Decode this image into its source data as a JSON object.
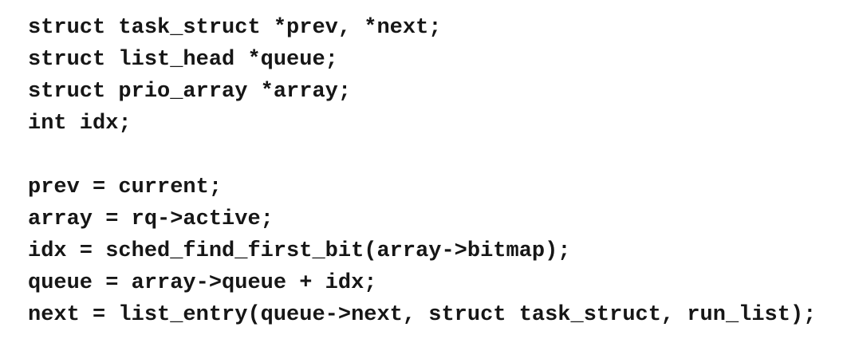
{
  "page": {
    "background": "#ffffff",
    "text_color": "#161616"
  },
  "code": {
    "lines": [
      "struct task_struct *prev, *next;",
      "struct list_head *queue;",
      "struct prio_array *array;",
      "int idx;",
      "",
      "prev = current;",
      "array = rq->active;",
      "idx = sched_find_first_bit(array->bitmap);",
      "queue = array->queue + idx;",
      "next = list_entry(queue->next, struct task_struct, run_list);"
    ]
  }
}
